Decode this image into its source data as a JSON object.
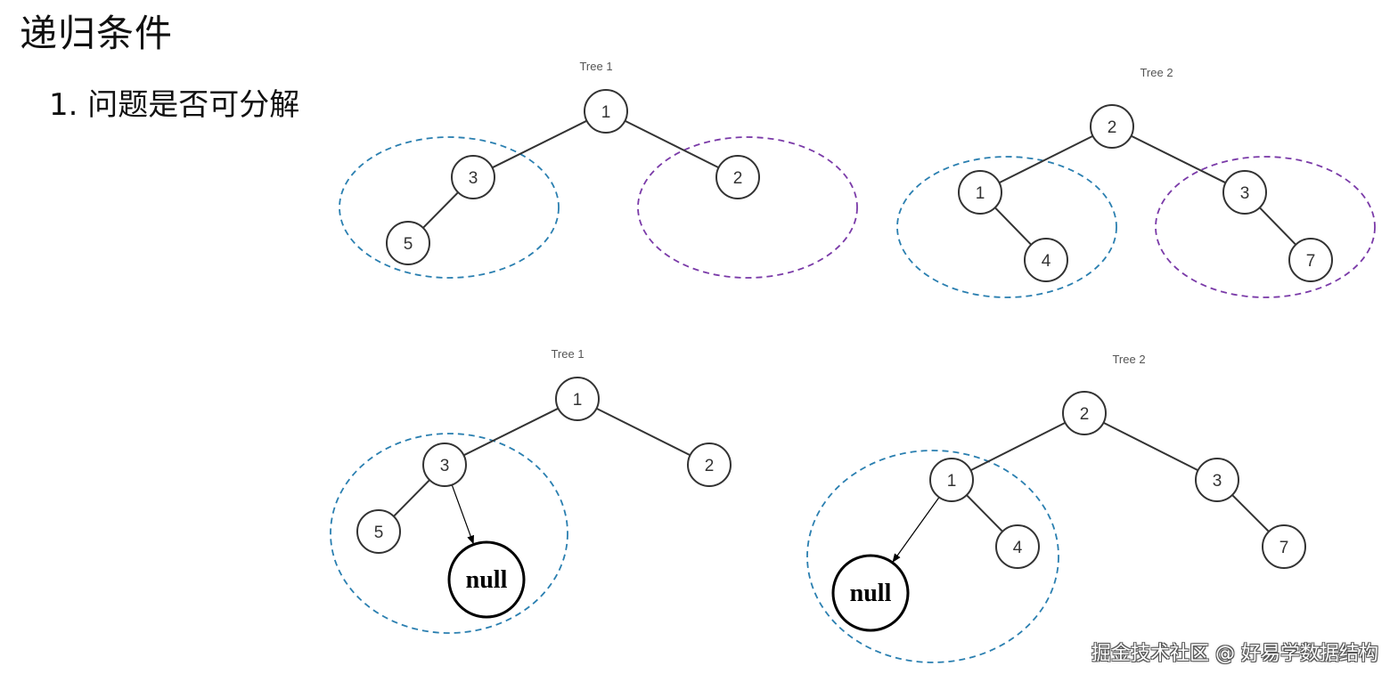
{
  "heading": "递归条件",
  "subheading": "1. 问题是否可分解",
  "watermark": "掘金技术社区 @ 好易学数据结构",
  "colors": {
    "blue_group": "#2a7fb0",
    "purple_group": "#7a3aa8",
    "node_stroke": "#333333"
  },
  "panels": [
    {
      "id": "top-tree-1",
      "title": "Tree 1",
      "nodes": [
        {
          "id": "a",
          "label": "1"
        },
        {
          "id": "b",
          "label": "3"
        },
        {
          "id": "c",
          "label": "2"
        },
        {
          "id": "d",
          "label": "5"
        }
      ],
      "edges": [
        [
          "a",
          "b"
        ],
        [
          "a",
          "c"
        ],
        [
          "b",
          "d"
        ]
      ],
      "groups": [
        {
          "color": "blue",
          "members": [
            "b",
            "d"
          ]
        },
        {
          "color": "purple",
          "members": [
            "c"
          ]
        }
      ]
    },
    {
      "id": "top-tree-2",
      "title": "Tree 2",
      "nodes": [
        {
          "id": "a",
          "label": "2"
        },
        {
          "id": "b",
          "label": "1"
        },
        {
          "id": "c",
          "label": "3"
        },
        {
          "id": "d",
          "label": "4"
        },
        {
          "id": "e",
          "label": "7"
        }
      ],
      "edges": [
        [
          "a",
          "b"
        ],
        [
          "a",
          "c"
        ],
        [
          "b",
          "d"
        ],
        [
          "c",
          "e"
        ]
      ],
      "groups": [
        {
          "color": "blue",
          "members": [
            "b",
            "d"
          ]
        },
        {
          "color": "purple",
          "members": [
            "c",
            "e"
          ]
        }
      ]
    },
    {
      "id": "bottom-tree-1",
      "title": "Tree 1",
      "nodes": [
        {
          "id": "a",
          "label": "1"
        },
        {
          "id": "b",
          "label": "3"
        },
        {
          "id": "c",
          "label": "2"
        },
        {
          "id": "d",
          "label": "5"
        },
        {
          "id": "n",
          "label": "null",
          "kind": "null"
        }
      ],
      "edges": [
        [
          "a",
          "b"
        ],
        [
          "a",
          "c"
        ],
        [
          "b",
          "d"
        ]
      ],
      "arrows": [
        [
          "b",
          "n"
        ]
      ],
      "groups": [
        {
          "color": "blue",
          "members": [
            "b",
            "d",
            "n"
          ]
        }
      ]
    },
    {
      "id": "bottom-tree-2",
      "title": "Tree 2",
      "nodes": [
        {
          "id": "a",
          "label": "2"
        },
        {
          "id": "b",
          "label": "1"
        },
        {
          "id": "c",
          "label": "3"
        },
        {
          "id": "d",
          "label": "4"
        },
        {
          "id": "e",
          "label": "7"
        },
        {
          "id": "n",
          "label": "null",
          "kind": "null"
        }
      ],
      "edges": [
        [
          "a",
          "b"
        ],
        [
          "a",
          "c"
        ],
        [
          "b",
          "d"
        ],
        [
          "c",
          "e"
        ]
      ],
      "arrows": [
        [
          "b",
          "n"
        ]
      ],
      "groups": [
        {
          "color": "blue",
          "members": [
            "b",
            "d",
            "n"
          ]
        }
      ]
    }
  ]
}
